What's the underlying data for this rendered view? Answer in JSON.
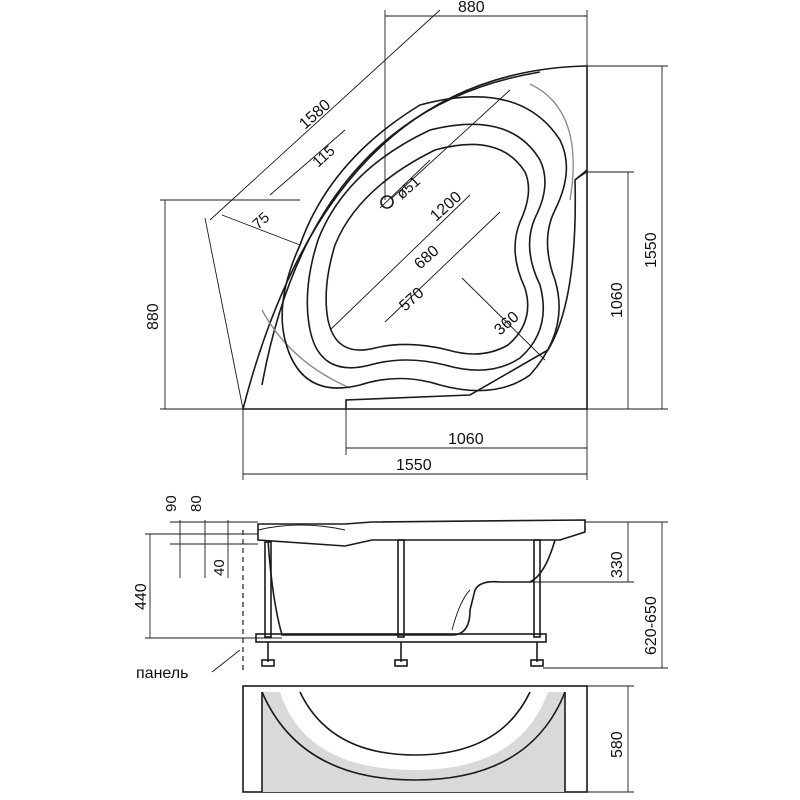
{
  "top_view": {
    "dims": {
      "width_top": "880",
      "diagonal": "1580",
      "rim_115": "115",
      "drain": "ø51",
      "inner_length": "1200",
      "inner_680": "680",
      "inner_570": "570",
      "rim_75": "75",
      "lobe_360": "360",
      "height_880": "880",
      "side_1060": "1060",
      "side_1550": "1550",
      "bottom_1060": "1060",
      "bottom_1550": "1550"
    }
  },
  "side_view": {
    "dims": {
      "d90": "90",
      "d80": "80",
      "d40": "40",
      "d440": "440",
      "d330": "330",
      "d620_650": "620-650"
    },
    "panel_label": "панель"
  },
  "panel_view": {
    "dims": {
      "d580": "580"
    }
  }
}
